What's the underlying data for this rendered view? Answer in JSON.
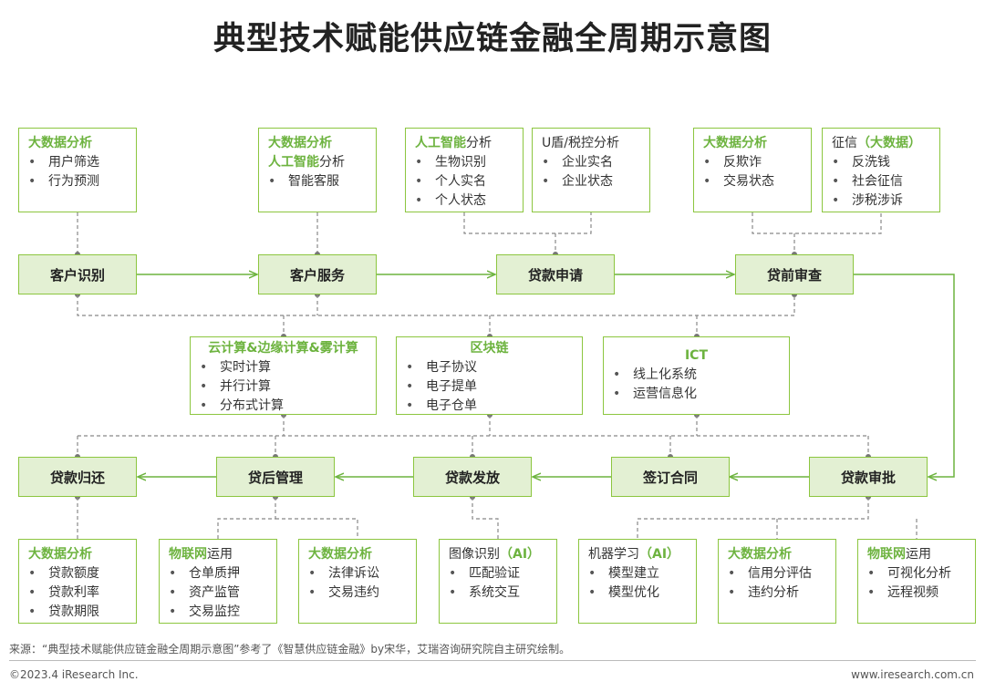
{
  "title": "典型技术赋能供应链金融全周期示意图",
  "process_row1": [
    "客户识别",
    "客户服务",
    "贷款申请",
    "贷前审查"
  ],
  "process_row2": [
    "贷款归还",
    "贷后管理",
    "贷款发放",
    "签订合同",
    "贷款审批"
  ],
  "top_boxes": [
    {
      "title": [
        {
          "t": "大数据分析",
          "g": true
        }
      ],
      "items": [
        "用户筛选",
        "行为预测"
      ]
    },
    {
      "title": [
        {
          "t": "大数据分析",
          "g": true
        }
      ],
      "title2": [
        {
          "t": "人工智能",
          "g": true
        },
        {
          "t": "分析",
          "g": false
        }
      ],
      "items": [
        "智能客服"
      ]
    },
    {
      "title": [
        {
          "t": "人工智能",
          "g": true
        },
        {
          "t": "分析",
          "g": false
        }
      ],
      "items": [
        "生物识别",
        "个人实名",
        "个人状态"
      ]
    },
    {
      "title": [
        {
          "t": "U盾/税控分析",
          "g": false
        }
      ],
      "items": [
        "企业实名",
        "企业状态"
      ]
    },
    {
      "title": [
        {
          "t": "大数据分析",
          "g": true
        }
      ],
      "items": [
        "反欺诈",
        "交易状态"
      ]
    },
    {
      "title": [
        {
          "t": "征信",
          "g": false
        },
        {
          "t": "（大数据）",
          "g": true
        }
      ],
      "items": [
        "反洗钱",
        "社会征信",
        "涉税涉诉"
      ]
    }
  ],
  "mid_boxes": [
    {
      "title": "云计算&边缘计算&雾计算",
      "items": [
        "实时计算",
        "并行计算",
        "分布式计算"
      ]
    },
    {
      "title": "区块链",
      "items": [
        "电子协议",
        "电子提单",
        "电子仓单"
      ]
    },
    {
      "title": "ICT",
      "items": [
        "线上化系统",
        "运营信息化"
      ]
    }
  ],
  "bottom_boxes": [
    {
      "title": [
        {
          "t": "大数据分析",
          "g": true
        }
      ],
      "items": [
        "贷款额度",
        "贷款利率",
        "贷款期限"
      ]
    },
    {
      "title": [
        {
          "t": "物联网",
          "g": true
        },
        {
          "t": "运用",
          "g": false
        }
      ],
      "items": [
        "仓单质押",
        "资产监管",
        "交易监控"
      ]
    },
    {
      "title": [
        {
          "t": "大数据分析",
          "g": true
        }
      ],
      "items": [
        "法律诉讼",
        "交易违约"
      ]
    },
    {
      "title": [
        {
          "t": "图像识别",
          "g": false
        },
        {
          "t": "（AI）",
          "g": true
        }
      ],
      "items": [
        "匹配验证",
        "系统交互"
      ]
    },
    {
      "title": [
        {
          "t": "机器学习",
          "g": false
        },
        {
          "t": "（AI）",
          "g": true
        }
      ],
      "items": [
        "模型建立",
        "模型优化"
      ]
    },
    {
      "title": [
        {
          "t": "大数据分析",
          "g": true
        }
      ],
      "items": [
        "信用分评估",
        "违约分析"
      ]
    },
    {
      "title": [
        {
          "t": "物联网",
          "g": true
        },
        {
          "t": "运用",
          "g": false
        }
      ],
      "items": [
        "可视化分析",
        "远程视频"
      ]
    }
  ],
  "footer": {
    "source": "来源：“典型技术赋能供应链金融全周期示意图”参考了《智慧供应链金融》by宋华，艾瑞咨询研究院自主研究绘制。",
    "copyright": "©2023.4 iResearch Inc.",
    "website": "www.iresearch.com.cn"
  },
  "colors": {
    "accent": "#6db33f",
    "border": "#8cc63f",
    "process_fill": "#e3f0d3",
    "line": "#888888"
  }
}
